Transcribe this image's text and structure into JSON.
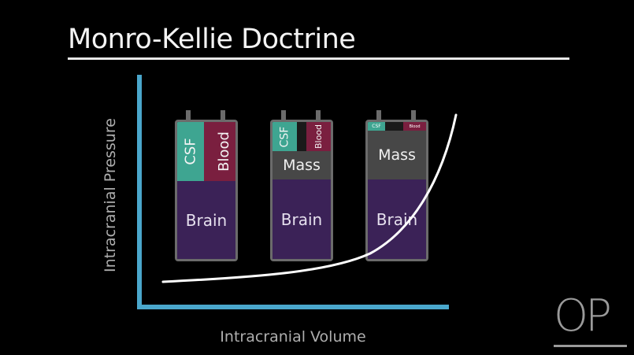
{
  "title": "Monro-Kellie Doctrine",
  "axes": {
    "ylabel": "Intracranial Pressure",
    "xlabel": "Intracranial Volume"
  },
  "batteries": [
    {
      "brain": "Brain",
      "csf": "CSF",
      "blood": "Blood"
    },
    {
      "brain": "Brain",
      "csf": "CSF",
      "blood": "Blood",
      "mass": "Mass"
    },
    {
      "brain": "Brain",
      "csf": "CSF",
      "blood": "Blood",
      "mass": "Mass"
    }
  ],
  "colors": {
    "brain": "#3b2257",
    "csf": "#3ea591",
    "blood": "#7a1f3f",
    "mass": "#474747",
    "axis": "#4aa7cc",
    "curve": "#ffffff"
  },
  "logo": {
    "text": "OP"
  }
}
